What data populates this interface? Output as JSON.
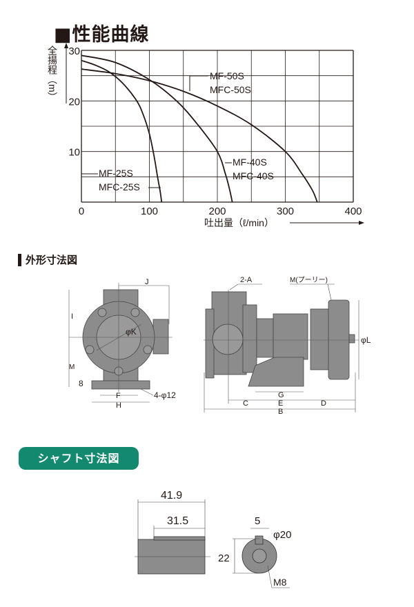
{
  "sections": {
    "performance_title": "■性能曲線",
    "outline_title": "外形寸法図",
    "shaft_title": "シャフト寸法図"
  },
  "chart_data": {
    "type": "line",
    "title": "性能曲線",
    "xlabel": "吐出量（ℓ/min）",
    "ylabel": "全揚程（m）",
    "xlim": [
      0,
      400
    ],
    "ylim": [
      0,
      30
    ],
    "xticks": [
      0,
      100,
      200,
      300,
      400
    ],
    "yticks": [
      10,
      20,
      30
    ],
    "grid": true,
    "series": [
      {
        "name": "MF-25S / MFC-25S",
        "labels": [
          "MF-25S",
          "MFC-25S"
        ],
        "points": [
          [
            0,
            28
          ],
          [
            20,
            27.1
          ],
          [
            40,
            25.8
          ],
          [
            60,
            23.6
          ],
          [
            80,
            20.3
          ],
          [
            90,
            17.6
          ],
          [
            100,
            13.5
          ],
          [
            107,
            9
          ],
          [
            112,
            5
          ],
          [
            116,
            2
          ],
          [
            118,
            0
          ]
        ]
      },
      {
        "name": "MF-40S / MFC-40S",
        "labels": [
          "MF-40S",
          "MFC-40S"
        ],
        "points": [
          [
            0,
            29
          ],
          [
            50,
            27.6
          ],
          [
            100,
            24.2
          ],
          [
            140,
            20
          ],
          [
            170,
            15.5
          ],
          [
            200,
            10
          ],
          [
            212,
            5.5
          ],
          [
            218,
            2.5
          ],
          [
            222,
            0
          ]
        ]
      },
      {
        "name": "MF-50S / MFC-50S",
        "labels": [
          "MF-50S",
          "MFC-50S"
        ],
        "points": [
          [
            0,
            26.3
          ],
          [
            50,
            25.4
          ],
          [
            100,
            24
          ],
          [
            150,
            21.9
          ],
          [
            200,
            19
          ],
          [
            250,
            15.3
          ],
          [
            300,
            10
          ],
          [
            325,
            5.5
          ],
          [
            340,
            2.3
          ],
          [
            347,
            0
          ]
        ]
      }
    ]
  },
  "outline": {
    "front_labels": {
      "J": "J",
      "I": "I",
      "M": "M",
      "K": "φK",
      "eight": "8",
      "F": "F",
      "H": "H",
      "holes": "4-φ12"
    },
    "side_labels": {
      "A": "2-A",
      "pulley": "M(プーリー)",
      "L": "φL",
      "C": "C",
      "G": "G",
      "E": "E",
      "D": "D",
      "B": "B"
    }
  },
  "shaft": {
    "length_total": "41.9",
    "length_key": "31.5",
    "key_width": "5",
    "diameter": "φ20",
    "height": "22",
    "thread": "M8"
  },
  "colors": {
    "badge": "#13896f",
    "part_fill": "#8c8c8c",
    "ink": "#231815"
  }
}
